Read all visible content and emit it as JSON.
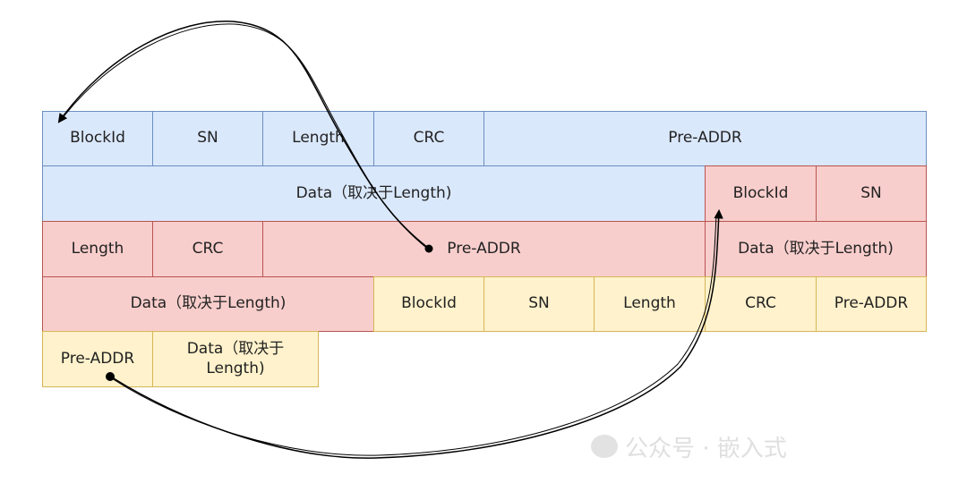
{
  "colors": {
    "block1_fill": "#dae8fc",
    "block1_stroke": "#6c8ebf",
    "block2_fill": "#f8cecc",
    "block2_stroke": "#b85450",
    "block3_fill": "#fff2cc",
    "block3_stroke": "#d6b656",
    "arrow": "#000000"
  },
  "row1": {
    "blockid": "BlockId",
    "sn": "SN",
    "length": "Length",
    "crc": "CRC",
    "preaddr": "Pre-ADDR"
  },
  "row2": {
    "data": "Data（取决于Length)",
    "blockid": "BlockId",
    "sn": "SN"
  },
  "row3": {
    "length": "Length",
    "crc": "CRC",
    "preaddr": "Pre-ADDR",
    "data": "Data（取决于Length)"
  },
  "row4": {
    "data": "Data（取决于Length)",
    "blockid": "BlockId",
    "sn": "SN",
    "length": "Length",
    "crc": "CRC",
    "preaddr": "Pre-ADDR"
  },
  "row5": {
    "preaddr": "Pre-ADDR",
    "data": "Data（取决于 Length)"
  },
  "watermark": {
    "text": "公众号 · 嵌入式"
  }
}
